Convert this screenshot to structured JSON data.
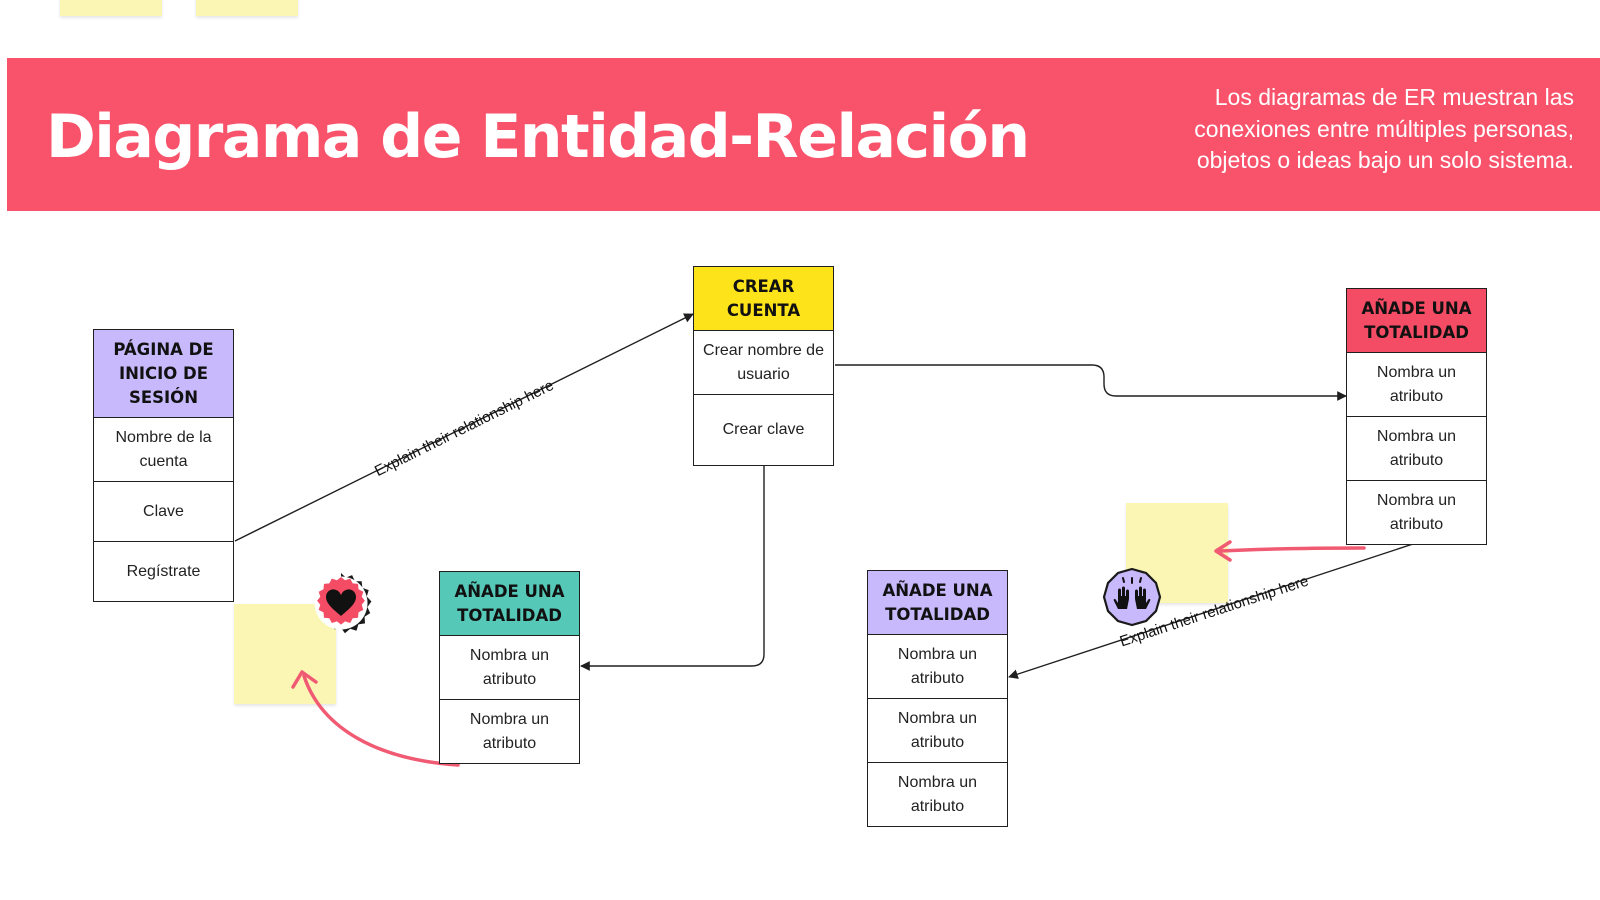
{
  "header": {
    "title": "Diagrama de Entidad-Relación",
    "description": "Los diagramas de ER muestran las conexiones entre múltiples personas, objetos o ideas bajo un solo sistema."
  },
  "colors": {
    "banner": "#f9526b",
    "sticky": "#fbf6b4",
    "arrow": "#f05a73",
    "lavender": "#c7b9fb",
    "yellow": "#fde31a",
    "red": "#f34c64",
    "teal": "#55c8b8"
  },
  "entities": {
    "login": {
      "title": "PÁGINA DE INICIO DE SESIÓN",
      "attrs": [
        "Nombre de la cuenta",
        "Clave",
        "Regístrate"
      ]
    },
    "create": {
      "title": "CREAR CUENTA",
      "attrs": [
        "Crear nombre de usuario",
        "Crear clave"
      ]
    },
    "total_red": {
      "title": "AÑADE UNA TOTALIDAD",
      "attrs": [
        "Nombra un atributo",
        "Nombra un atributo",
        "Nombra un atributo"
      ]
    },
    "total_teal": {
      "title": "AÑADE UNA TOTALIDAD",
      "attrs": [
        "Nombra un atributo",
        "Nombra un atributo"
      ]
    },
    "total_lav": {
      "title": "AÑADE UNA TOTALIDAD",
      "attrs": [
        "Nombra un atributo",
        "Nombra un atributo",
        "Nombra un atributo"
      ]
    }
  },
  "relationships": {
    "label_1": "Explain their relationship here",
    "label_2": "Explain their relationship here"
  },
  "icons": {
    "heart_badge": "heart-icon",
    "hands_badge": "raised-hands-icon"
  }
}
